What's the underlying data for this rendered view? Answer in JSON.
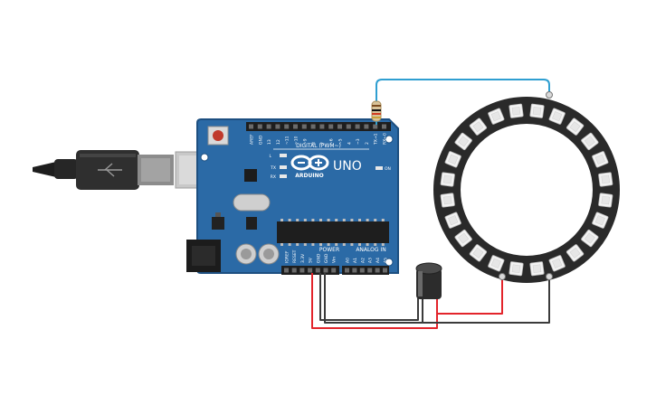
{
  "board": {
    "brand": "ARDUINO",
    "model": "UNO",
    "digital_header_label": "DIGITAL (PWM~)",
    "analog_header_label": "ANALOG IN",
    "power_header_label": "POWER",
    "led_l": "L",
    "led_tx": "TX",
    "led_rx": "RX",
    "led_on": "ON",
    "digital_pins": [
      "AREF",
      "GND",
      "13",
      "12",
      "~11",
      "~10",
      "~9",
      "8",
      "7",
      "~6",
      "~5",
      "4",
      "~3",
      "2",
      "TX→1",
      "RX←0"
    ],
    "power_pins": [
      "IOREF",
      "RESET",
      "3.3V",
      "5V",
      "GND",
      "GND",
      "Vin"
    ],
    "analog_pins": [
      "A0",
      "A1",
      "A2",
      "A3",
      "A4",
      "A5"
    ]
  },
  "ring": {
    "led_count": 24
  },
  "colors": {
    "board_blue": "#2b6aa6",
    "board_edge": "#1d4f80",
    "wire_red": "#e3242b",
    "wire_black": "#3b3b3b",
    "wire_blue": "#2f9fd1",
    "ring_dark": "#2a2a2a"
  },
  "icons": {
    "usb": "usb-cable-icon",
    "logo": "arduino-infinity-logo-icon",
    "capacitor": "electrolytic-capacitor-icon",
    "resistor": "resistor-icon"
  }
}
